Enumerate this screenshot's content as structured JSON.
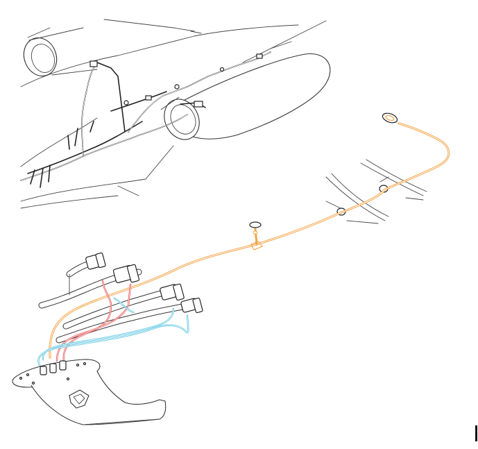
{
  "colors": {
    "orange_cable": "#F4A449",
    "blue_cable": "#5BC6E0",
    "red_cable": "#E35656",
    "line_art": "#333333",
    "background": "#FFFFFF"
  },
  "components": [
    "aircraft-fuselage",
    "engine-nacelle",
    "wiring-harness",
    "orange-cable-run",
    "bulkhead-frames",
    "connector-assemblies",
    "antenna-base-plate"
  ]
}
